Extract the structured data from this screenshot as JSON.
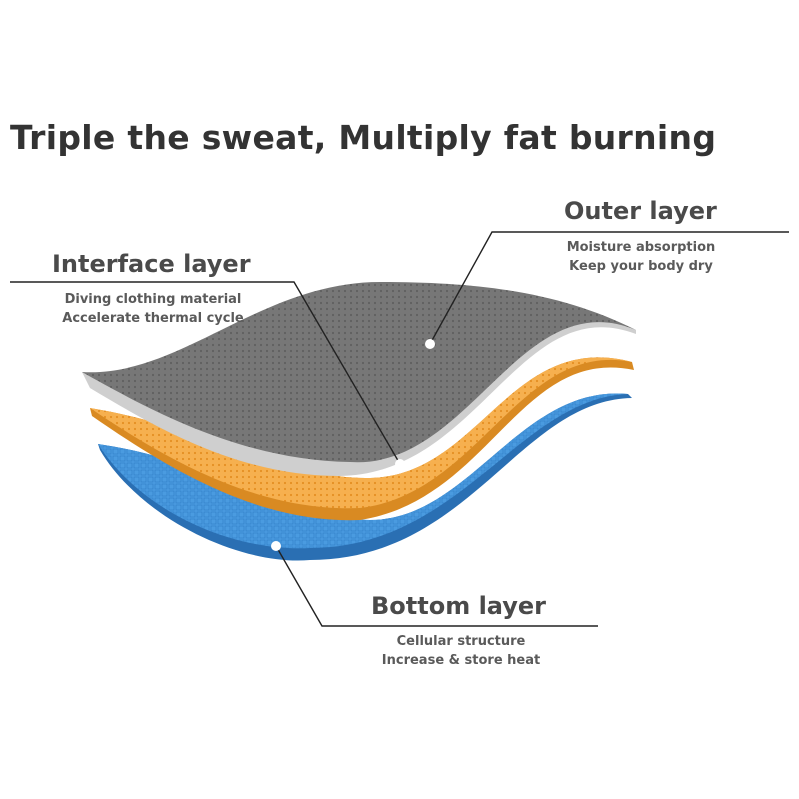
{
  "headline": "Triple the sweat, Multiply fat burning",
  "layers": {
    "outer": {
      "title": "Outer layer",
      "line1": "Moisture absorption",
      "line2": "Keep your body dry",
      "color": "#7b7b7b"
    },
    "interface": {
      "title": "Interface layer",
      "line1": "Diving clothing material",
      "line2": "Accelerate thermal cycle",
      "color": "#f4a640"
    },
    "bottom": {
      "title": "Bottom layer",
      "line1": "Cellular structure",
      "line2": "Increase & store heat",
      "color": "#3f8fd8"
    }
  }
}
